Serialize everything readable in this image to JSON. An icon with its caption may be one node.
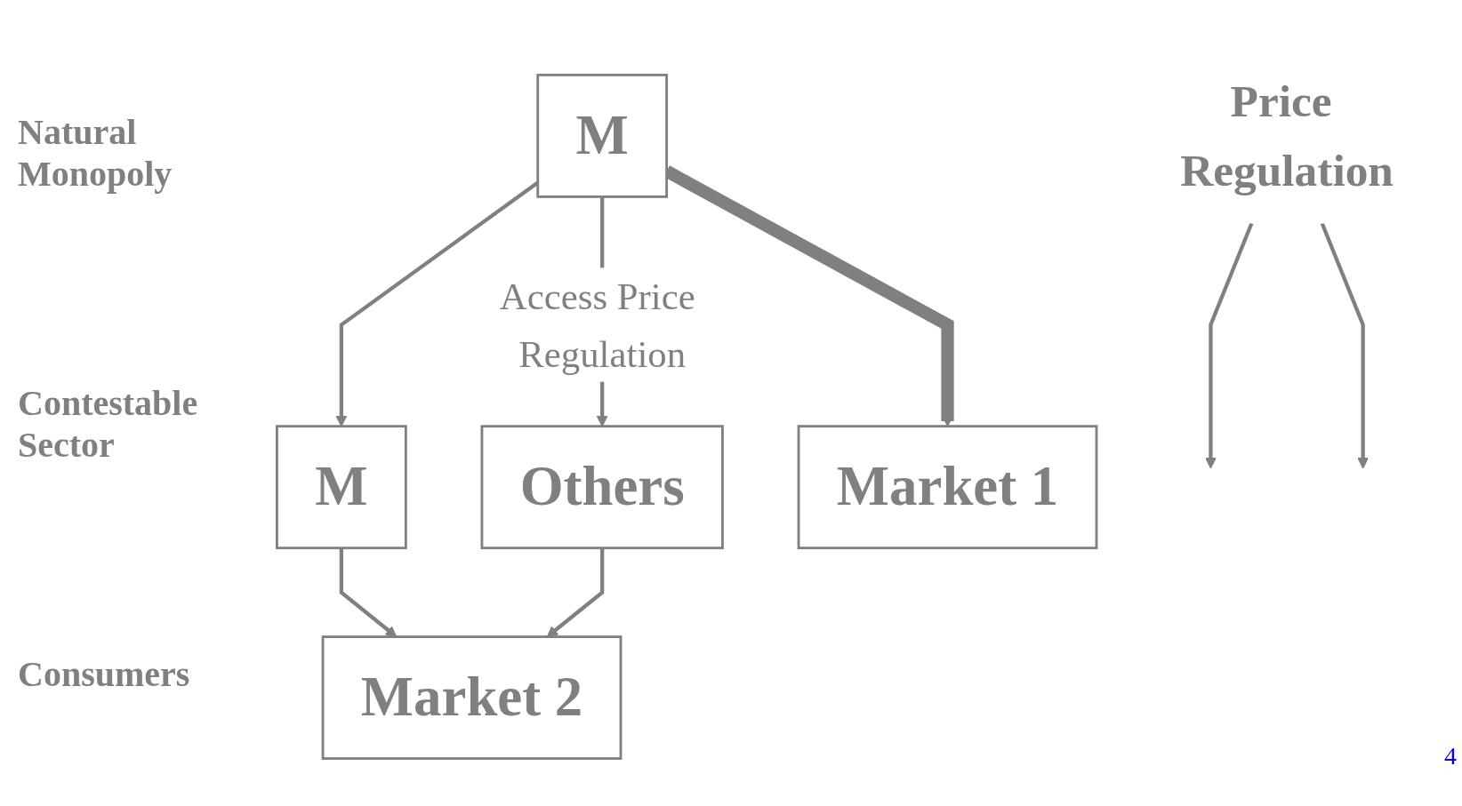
{
  "diagram": {
    "nodes": [
      {
        "text": [
          "M"
        ]
      },
      {
        "text": [
          "M"
        ]
      },
      {
        "text": [
          "Others"
        ]
      },
      {
        "text": [
          "Price Regulation"
        ]
      },
      {
        "text": [
          "Market 1"
        ]
      },
      {
        "text": [
          "Market 2"
        ]
      }
    ],
    "edges": [
      {
        "from": 0,
        "to": 4,
        "arrow": "to",
        "style": "thick"
      },
      {
        "from": 0,
        "to": 1,
        "arrow": "to"
      },
      {
        "from": 0,
        "to": 2,
        "arrow": "to",
        "label": "Access Price Regulation"
      },
      {
        "from": 1,
        "to": 5,
        "arrow": "to"
      },
      {
        "from": 2,
        "to": 5,
        "arrow": "to"
      },
      {
        "from": 3,
        "to": null,
        "arrow": "to"
      },
      {
        "from": 3,
        "to": null,
        "arrow": "to"
      }
    ],
    "labels": [
      "Natural Monopoly",
      "Contestable Sector",
      "Consumers",
      "4"
    ]
  }
}
